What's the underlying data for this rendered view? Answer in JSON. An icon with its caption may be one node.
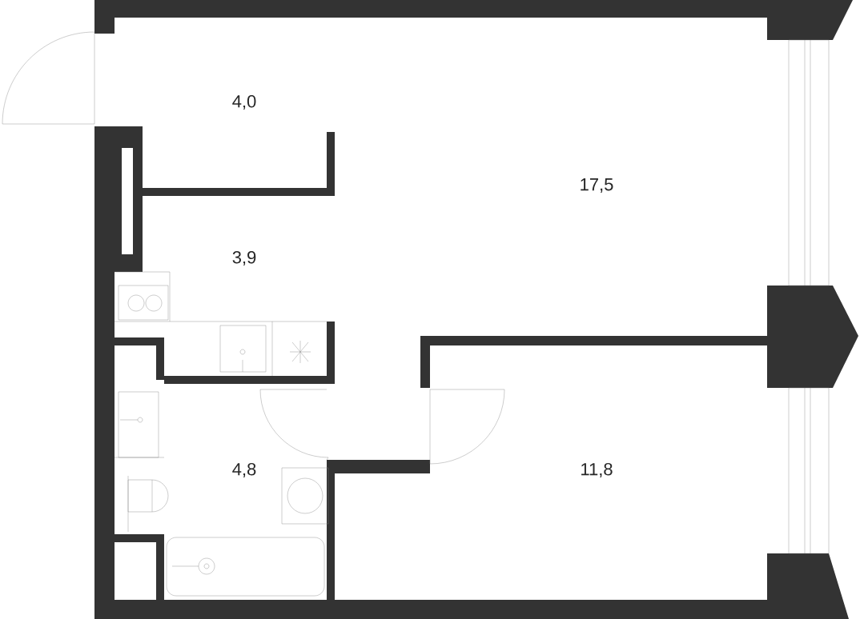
{
  "diagram": {
    "labels": [
      "4,0",
      "17,5",
      "3,9",
      "4,8",
      "11,8"
    ]
  }
}
